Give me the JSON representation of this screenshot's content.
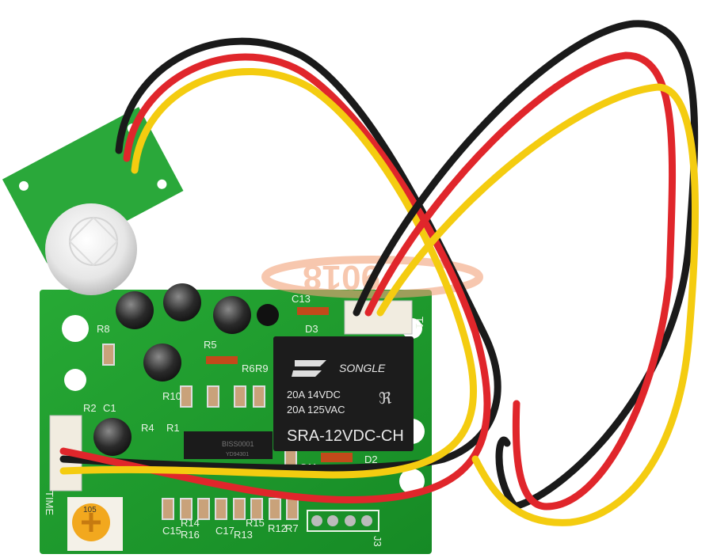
{
  "watermark": {
    "text": "9018",
    "color": "#f2a27a"
  },
  "relay": {
    "brand": "SONGLE",
    "rating_dc": "20A 14VDC",
    "rating_ac": "20A 125VAC",
    "model": "SRA-12VDC-CH"
  },
  "ic": {
    "name": "BISS0001",
    "code": "YD94301"
  },
  "potentiometer": {
    "label": "TIME",
    "value": "105"
  },
  "connectors": {
    "t1": "T1",
    "j3": "J3"
  },
  "silkscreen": {
    "c13": "C13",
    "d3": "D3",
    "r8": "R8",
    "r5": "R5",
    "r6": "R6",
    "r9": "R9",
    "r10": "R10",
    "r2": "R2",
    "r4": "R4",
    "r1": "R1",
    "c1": "C1",
    "c11": "C11",
    "d2": "D2",
    "c15": "C15",
    "r14": "R14",
    "r16": "R16",
    "c17": "C17",
    "r13": "R13",
    "r15": "R15",
    "r12": "R12",
    "r7": "R7"
  },
  "colors": {
    "pcb": "#1f9a2e",
    "wire_black": "#1a1a1a",
    "wire_red": "#e0262b",
    "wire_yellow": "#f4cc10",
    "relay": "#1c1c1c"
  }
}
